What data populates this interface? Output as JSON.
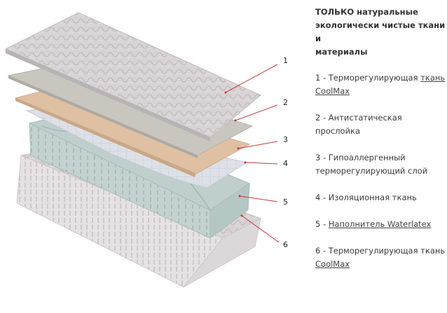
{
  "heading_lines": [
    "ТОЛЬКО натуральные",
    "экологически чистые ткани и",
    "материалы"
  ],
  "callouts": [
    "1",
    "2",
    "3",
    "4",
    "5",
    "6"
  ],
  "legend": [
    {
      "lines": [
        {
          "text": "1 - Терморегулирующая ",
          "link": "ткань"
        },
        {
          "text": "",
          "link": "CoolMax"
        }
      ]
    },
    {
      "lines": [
        {
          "text": "2 - Антистатическая прослойка",
          "link": ""
        }
      ]
    },
    {
      "lines": [
        {
          "text": "3 - Гипоаллергенный",
          "link": ""
        },
        {
          "text": "терморегулирующий слой",
          "link": ""
        }
      ]
    },
    {
      "lines": [
        {
          "text": "4 - Изоляционная ткань",
          "link": ""
        }
      ]
    },
    {
      "lines": [
        {
          "text": "5 - ",
          "link": "Наполнитель Waterlatex"
        }
      ]
    },
    {
      "lines": [
        {
          "text": "6 - Терморегулирующая ткань",
          "link": ""
        },
        {
          "text": "",
          "link": "CoolMax"
        }
      ]
    }
  ],
  "colors": {
    "quilt_top": "#d7d2d3",
    "gray_layer": "#c8c5be",
    "tan_layer": "#dfc0a3",
    "latex_face": "#c3d1cf",
    "latex_side": "#b8cac8",
    "insulation": "#dfe2e8",
    "callout_line": "#c23a3a"
  }
}
